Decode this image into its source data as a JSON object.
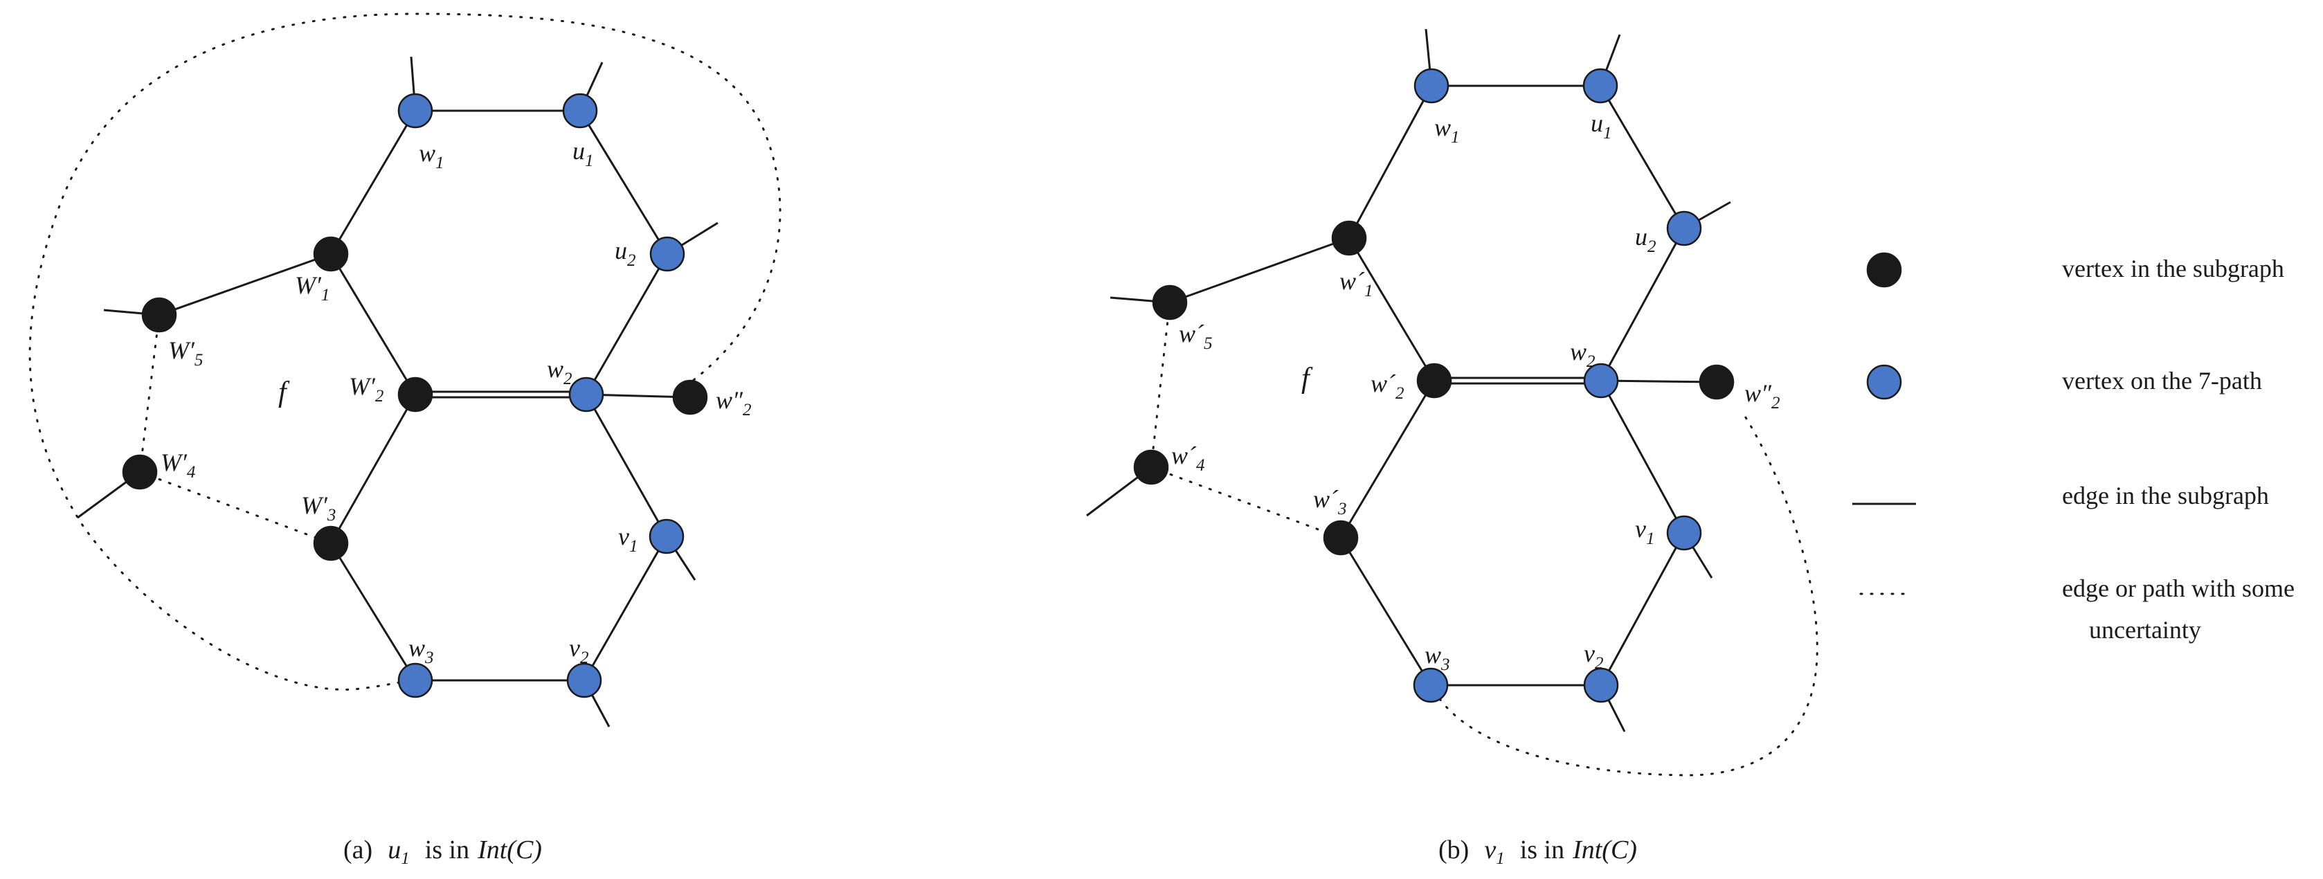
{
  "colors": {
    "black_vertex": "#1a1a1a",
    "blue_vertex": "#4a78c9",
    "stroke": "#1a1a1a"
  },
  "face_label": "f",
  "panel_a": {
    "labels": {
      "w1": [
        "w",
        "1",
        ""
      ],
      "u1": [
        "u",
        "1",
        ""
      ],
      "u2": [
        "u",
        "2",
        ""
      ],
      "W1p": [
        "W",
        "1",
        "′"
      ],
      "W5p": [
        "W",
        "5",
        "′"
      ],
      "W2p": [
        "W",
        "2",
        "′"
      ],
      "w2": [
        "w",
        "2",
        ""
      ],
      "w2pp": [
        "w",
        "2",
        "″"
      ],
      "W4p": [
        "W",
        "4",
        "′"
      ],
      "W3p": [
        "W",
        "3",
        "′"
      ],
      "v1": [
        "v",
        "1",
        ""
      ],
      "w3": [
        "w",
        "3",
        ""
      ],
      "v2": [
        "v",
        "2",
        ""
      ]
    },
    "caption": {
      "prefix": "(a)",
      "var": "u",
      "sub": "1",
      "mid": "is in",
      "set": "Int(C)"
    }
  },
  "panel_b": {
    "labels": {
      "w1": [
        "w",
        "1",
        ""
      ],
      "u1": [
        "u",
        "1",
        ""
      ],
      "u2": [
        "u",
        "2",
        ""
      ],
      "w1p": [
        "w",
        "1",
        "´"
      ],
      "w5p": [
        "w",
        "5",
        "´"
      ],
      "w2p": [
        "w",
        "2",
        "´"
      ],
      "w2": [
        "w",
        "2",
        ""
      ],
      "w2pp": [
        "w",
        "2",
        "″"
      ],
      "w4p": [
        "w",
        "4",
        "´"
      ],
      "w3p": [
        "w",
        "3",
        "´"
      ],
      "v1": [
        "v",
        "1",
        ""
      ],
      "w3": [
        "w",
        "3",
        ""
      ],
      "v2": [
        "v",
        "2",
        ""
      ]
    },
    "caption": {
      "prefix": "(b)",
      "var": "v",
      "sub": "1",
      "mid": "is in",
      "set": "Int(C)"
    }
  },
  "legend": {
    "black_vertex": "vertex in the subgraph",
    "blue_vertex": "vertex on the 7-path",
    "solid_edge": "edge in the subgraph",
    "dotted_line1": "edge or path with some",
    "dotted_line2": "uncertainty"
  }
}
